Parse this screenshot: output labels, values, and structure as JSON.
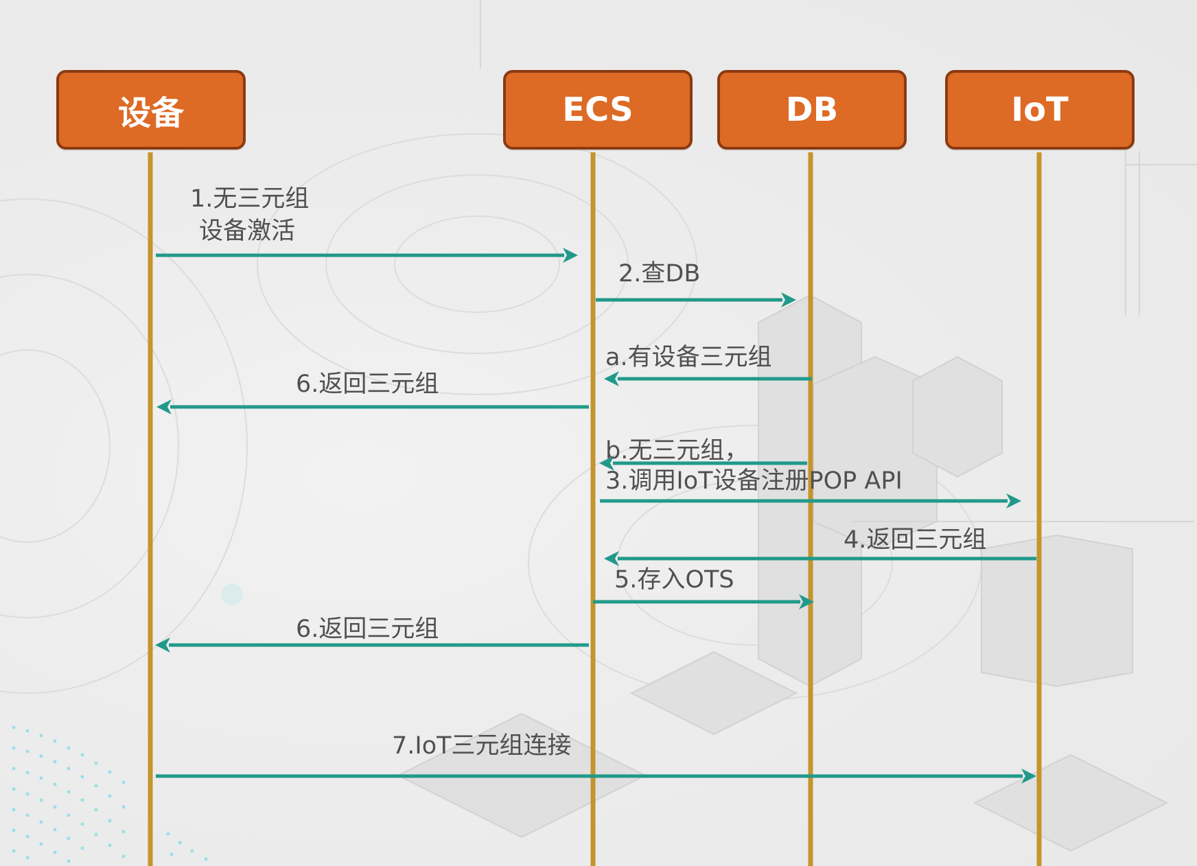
{
  "participants": [
    {
      "id": "device",
      "label": "设备"
    },
    {
      "id": "ecs",
      "label": "ECS"
    },
    {
      "id": "db",
      "label": "DB"
    },
    {
      "id": "iot",
      "label": "IoT"
    }
  ],
  "messages": [
    {
      "id": "m1",
      "from": "device",
      "to": "ecs",
      "line1": "1.无三元组",
      "line2": "设备激活"
    },
    {
      "id": "m2",
      "from": "ecs",
      "to": "db",
      "line1": "2.查DB"
    },
    {
      "id": "ma",
      "from": "db",
      "to": "ecs",
      "line1": "a.有设备三元组"
    },
    {
      "id": "m6a",
      "from": "ecs",
      "to": "device",
      "line1": "6.返回三元组"
    },
    {
      "id": "mb",
      "from": "db",
      "to": "ecs",
      "line1": "b.无三元组，"
    },
    {
      "id": "m3",
      "from": "ecs",
      "to": "iot",
      "line1": "3.调用IoT设备注册POP API"
    },
    {
      "id": "m4",
      "from": "iot",
      "to": "ecs",
      "line1": "4.返回三元组"
    },
    {
      "id": "m5",
      "from": "ecs",
      "to": "db",
      "line1": "5.存入OTS"
    },
    {
      "id": "m6b",
      "from": "ecs",
      "to": "device",
      "line1": "6.返回三元组"
    },
    {
      "id": "m7",
      "from": "device",
      "to": "iot",
      "line1": "7.IoT三元组连接"
    }
  ],
  "colors": {
    "actor_fill": "#dd6a25",
    "actor_border": "#8a3a12",
    "lifeline": "#c4952c",
    "arrow": "#21998a",
    "label": "#505050",
    "dots": "#35c4d6"
  }
}
